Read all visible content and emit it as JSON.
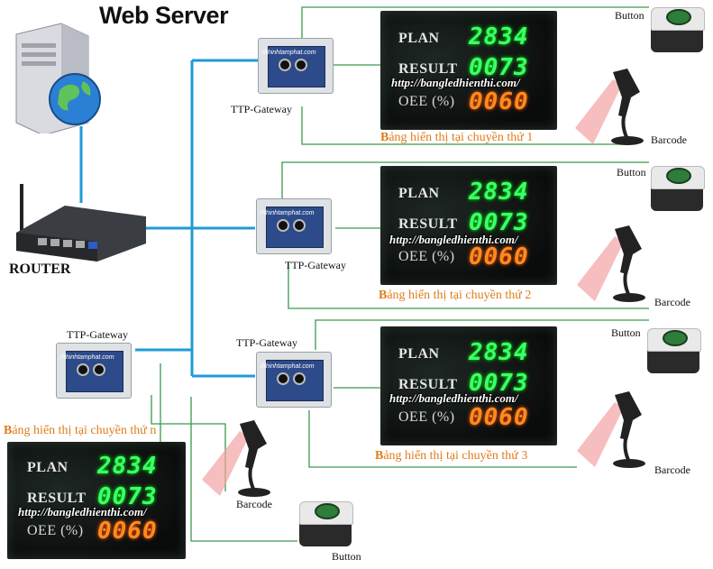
{
  "title": "Web Server",
  "router": {
    "label": "ROUTER"
  },
  "gateway_label": "TTP-Gateway",
  "gateway_site_text": "//thinhtamphat.com",
  "button_label": "Button",
  "barcode_label": "Barcode",
  "boards": [
    {
      "caption_prefix": "B",
      "caption_rest": "ảng hiển thị tại chuyền thứ 1",
      "plan_label": "PLAN",
      "plan_value": "2834",
      "result_label": "RESULT",
      "result_value": "0073",
      "oee_label": "OEE (%)",
      "oee_value": "0060",
      "url": "http://bangledhienthi.com/"
    },
    {
      "caption_prefix": "B",
      "caption_rest": "ảng hiển thị tại chuyền thứ 2",
      "plan_label": "PLAN",
      "plan_value": "2834",
      "result_label": "RESULT",
      "result_value": "0073",
      "oee_label": "OEE (%)",
      "oee_value": "0060",
      "url": "http://bangledhienthi.com/"
    },
    {
      "caption_prefix": "B",
      "caption_rest": "ảng hiển thị tại chuyền thứ 3",
      "plan_label": "PLAN",
      "plan_value": "2834",
      "result_label": "RESULT",
      "result_value": "0073",
      "oee_label": "OEE (%)",
      "oee_value": "0060",
      "url": "http://bangledhienthi.com/"
    },
    {
      "caption_prefix": "B",
      "caption_rest": "ảng hiển thị tại chuyền thứ n",
      "plan_label": "PLAN",
      "plan_value": "2834",
      "result_label": "RESULT",
      "result_value": "0073",
      "oee_label": "OEE (%)",
      "oee_value": "0060",
      "url": "http://bangledhienthi.com/"
    }
  ],
  "colors": {
    "network_line": "#1e9bd7",
    "device_line": "#3a9a4a",
    "caption": "#e07b1a",
    "led_green": "#3cff6e",
    "led_orange": "#ff8a1e"
  }
}
